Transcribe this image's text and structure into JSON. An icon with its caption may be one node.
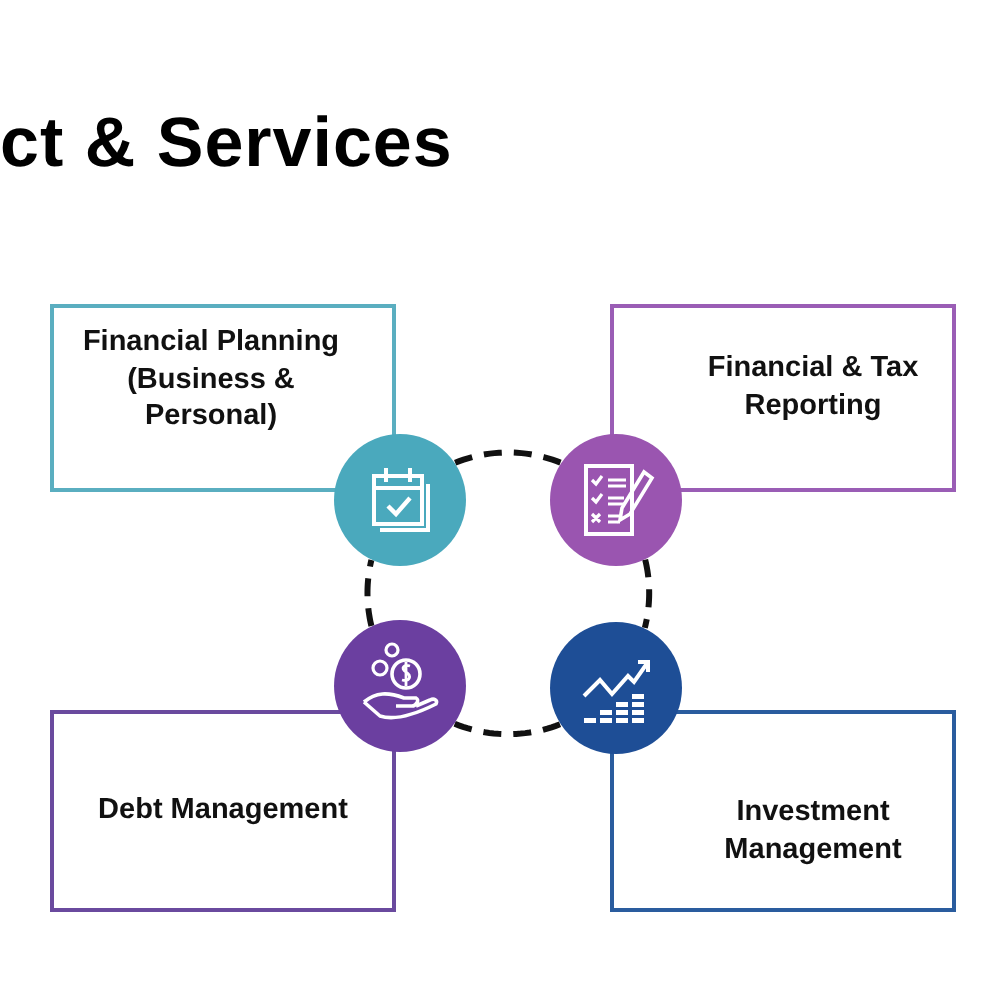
{
  "diagram": {
    "title": "ct & Services",
    "nodes": [
      {
        "text": [
          "Financial Planning (Business & Personal)"
        ]
      },
      {
        "text": [
          "Financial & Tax Reporting"
        ]
      },
      {
        "text": [
          "Debt Management"
        ]
      },
      {
        "text": [
          "Investment Management"
        ]
      },
      {
        "text": [],
        "shape": "circle"
      },
      {
        "text": [],
        "shape": "circle"
      },
      {
        "text": [],
        "shape": "circle"
      },
      {
        "text": [],
        "shape": "circle"
      }
    ],
    "edges": [
      {
        "from": 4,
        "to": 5,
        "arrow": "none",
        "style": "dashed"
      },
      {
        "from": 5,
        "to": 7,
        "arrow": "none",
        "style": "dashed"
      },
      {
        "from": 7,
        "to": 6,
        "arrow": "none",
        "style": "dashed"
      },
      {
        "from": 6,
        "to": 4,
        "arrow": "none",
        "style": "dashed"
      }
    ]
  }
}
